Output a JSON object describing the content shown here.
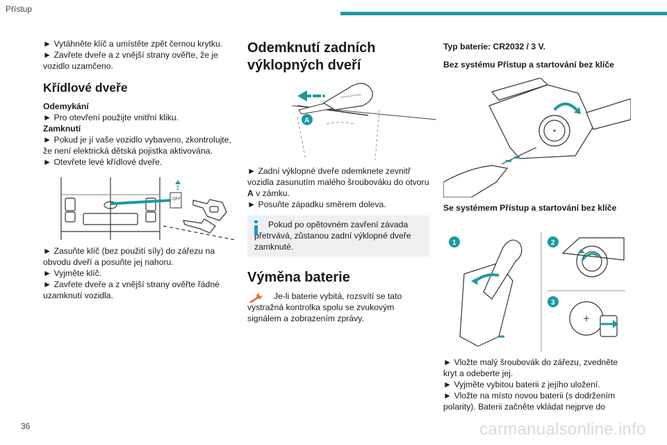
{
  "header": {
    "section": "Přístup",
    "page_number": "36"
  },
  "watermark": "carmanualsonline.info",
  "col1": {
    "intro": [
      "► Vytáhněte klíč a umístěte zpět černou krytku.",
      "► Zavřete dveře a z vnější strany ověřte, že je vozidlo uzamčeno."
    ],
    "heading": "Křídlové dveře",
    "unlock_label": "Odemykání",
    "unlock_text": "► Pro otevření použijte vnitřní kliku.",
    "lock_label": "Zamknutí",
    "lock_steps": [
      "► Pokud je jí vaše vozidlo vybaveno, zkontrolujte, že není elektrická dětská pojistka aktivována.",
      "► Otevřete levé křídlové dveře."
    ],
    "image_label": "OFF",
    "after_steps": [
      "► Zasuňte klíč (bez použití síly) do zářezu na obvodu dveří a posuňte jej nahoru.",
      "► Vyjměte klíč.",
      "► Zavřete dveře a z vnější strany ověřte řádné uzamknutí vozidla."
    ]
  },
  "col2": {
    "heading": "Odemknutí zadních výklopných dveří",
    "image_label": "A",
    "step1_pre": "► Zadní výklopné dveře odemknete zevnitř vozidla zasunutím malého šroubováku do otvoru ",
    "step1_bold": "A",
    "step1_post": " v zámku.",
    "step2": "► Posuňte západku směrem doleva.",
    "info": "Pokud po opětovném zavření závada přetrvává, zůstanou zadní výklopné dveře zamknuté.",
    "battery_heading": "Výměna baterie",
    "warning": "Je-li baterie vybitá, rozsvítí se tato výstražná kontrolka spolu se zvukovým signálem a zobrazením zprávy."
  },
  "col3": {
    "battery_type": "Typ baterie: CR2032 / 3 V.",
    "without_system": "Bez systému Přístup a startování bez klíče",
    "with_system": "Se systémem Přístup a startování bez klíče",
    "step_labels": [
      "1",
      "2",
      "3"
    ],
    "steps": [
      "► Vložte malý šroubovák do zářezu, zvedněte kryt a odeberte jej.",
      "► Vyjměte vybitou baterii z jejího uložení.",
      "► Vložte na místo novou baterii (s dodržením polarity). Baterii začněte vkládat nejprve do"
    ]
  },
  "colors": {
    "accent": "#1a9aa0",
    "info_bg": "#eef0f2",
    "warning_icon": "#e8742a"
  }
}
